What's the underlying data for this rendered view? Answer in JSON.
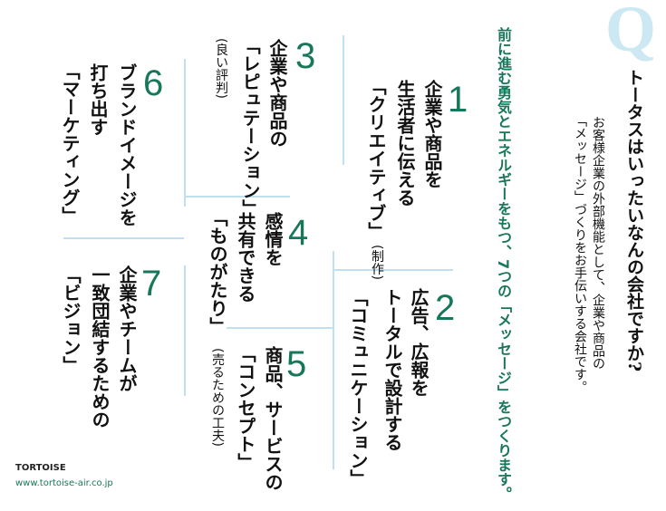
{
  "header": {
    "q_mark": "Q",
    "title": "トータスはいったいなんの会社ですか?",
    "body": [
      "お客様企業の外部機能として、企業や商品の",
      "「メッセージ」づくりをお手伝いする会社です。"
    ],
    "headline": "前に進む勇気とエネルギーをもつ、7つの「メッセージ」をつくります。"
  },
  "items": [
    {
      "number": "1",
      "lines": [
        "企業や商品を",
        "生活者に伝える",
        "「クリエイティブ」"
      ],
      "note": "(制作)"
    },
    {
      "number": "2",
      "lines": [
        "広告、広報を",
        "トータルで設計する",
        "「コミュニケーション」"
      ]
    },
    {
      "number": "3",
      "lines": [
        "企業や商品の",
        "「レピュテーション」"
      ],
      "note": "(良い評判)"
    },
    {
      "number": "4",
      "lines": [
        "感情を",
        "共有できる",
        "「ものがたり」"
      ]
    },
    {
      "number": "5",
      "lines": [
        "商品、サービスの",
        "「コンセプト」"
      ],
      "note": "(売るための工夫)"
    },
    {
      "number": "6",
      "lines": [
        "ブランドイメージを",
        "打ち出す",
        "「マーケティング」"
      ]
    },
    {
      "number": "7",
      "lines": [
        "企業やチームが",
        "一致団結するための",
        "「ビジョン」"
      ]
    }
  ],
  "footer": {
    "logo": "TORTOISE",
    "url": "www.tortoise-air.co.jp"
  },
  "colors": {
    "accent": "#17775a",
    "lines": "#bfe0ee",
    "q": "#cbe8f3"
  }
}
